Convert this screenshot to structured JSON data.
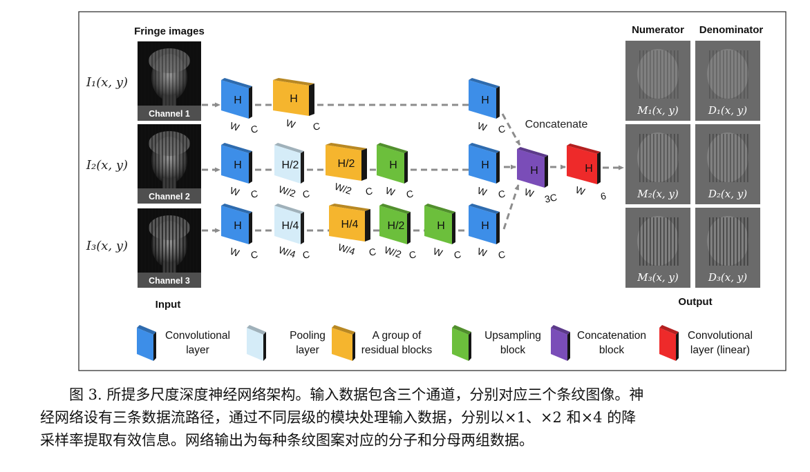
{
  "diagram": {
    "headers": {
      "fringe": "Fringe images",
      "numerator": "Numerator",
      "denominator": "Denominator",
      "input": "Input",
      "output": "Output",
      "concatenate": "Concatenate"
    },
    "inputs": [
      {
        "label": "I₁(x, y)",
        "channel": "Channel 1"
      },
      {
        "label": "I₂(x, y)",
        "channel": "Channel 2"
      },
      {
        "label": "I₃(x, y)",
        "channel": "Channel 3"
      }
    ],
    "outputs": [
      {
        "m": "M₁(x, y)",
        "d": "D₁(x, y)"
      },
      {
        "m": "M₂(x, y)",
        "d": "D₂(x, y)"
      },
      {
        "m": "M₃(x, y)",
        "d": "D₃(x, y)"
      }
    ],
    "paths": [
      [
        {
          "type": "conv",
          "h": "H",
          "w": "W",
          "c": "C"
        },
        {
          "type": "res",
          "h": "H",
          "w": "W",
          "c": "C"
        },
        {
          "type": "conv",
          "h": "H",
          "w": "W",
          "c": "C"
        }
      ],
      [
        {
          "type": "conv",
          "h": "H",
          "w": "W",
          "c": "C"
        },
        {
          "type": "pool",
          "h": "H/2",
          "w": "W/2",
          "c": "C"
        },
        {
          "type": "res",
          "h": "H/2",
          "w": "W/2",
          "c": "C"
        },
        {
          "type": "up",
          "h": "H",
          "w": "W",
          "c": "C"
        },
        {
          "type": "conv",
          "h": "H",
          "w": "W",
          "c": "C"
        }
      ],
      [
        {
          "type": "conv",
          "h": "H",
          "w": "W",
          "c": "C"
        },
        {
          "type": "pool",
          "h": "H/4",
          "w": "W/4",
          "c": "C"
        },
        {
          "type": "res",
          "h": "H/4",
          "w": "W/4",
          "c": "C"
        },
        {
          "type": "up",
          "h": "H/2",
          "w": "W/2",
          "c": "C"
        },
        {
          "type": "up",
          "h": "H",
          "w": "W",
          "c": "C"
        },
        {
          "type": "conv",
          "h": "H",
          "w": "W",
          "c": "C"
        }
      ]
    ],
    "concat_block": {
      "h": "H",
      "w": "W",
      "c": "3C"
    },
    "final_conv": {
      "h": "H",
      "w": "W",
      "c": "6"
    },
    "legend": [
      {
        "type": "conv",
        "lines": [
          "Convolutional",
          "layer"
        ]
      },
      {
        "type": "pool",
        "lines": [
          "Pooling",
          "layer"
        ]
      },
      {
        "type": "res",
        "lines": [
          "A group of",
          "residual blocks"
        ]
      },
      {
        "type": "up",
        "lines": [
          "Upsampling",
          "block"
        ]
      },
      {
        "type": "concat",
        "lines": [
          "Concatenation",
          "block"
        ]
      },
      {
        "type": "final",
        "lines": [
          "Convolutional",
          "layer (linear)"
        ]
      }
    ],
    "colors": {
      "conv": "#3d8ee8",
      "pool": "#d5ecf8",
      "res": "#f5b52e",
      "up": "#6cbf3c",
      "concat": "#7a4db8",
      "final": "#ee2a2a"
    }
  },
  "caption": {
    "line1": "图 3. 所提多尺度深度神经网络架构。输入数据包含三个通道，分别对应三个条纹图像。神",
    "line2": "经网络设有三条数据流路径，通过不同层级的模块处理输入数据，分别以×1、×2 和×4 的降",
    "line3": "采样率提取有效信息。网络输出为每种条纹图案对应的分子和分母两组数据。"
  }
}
